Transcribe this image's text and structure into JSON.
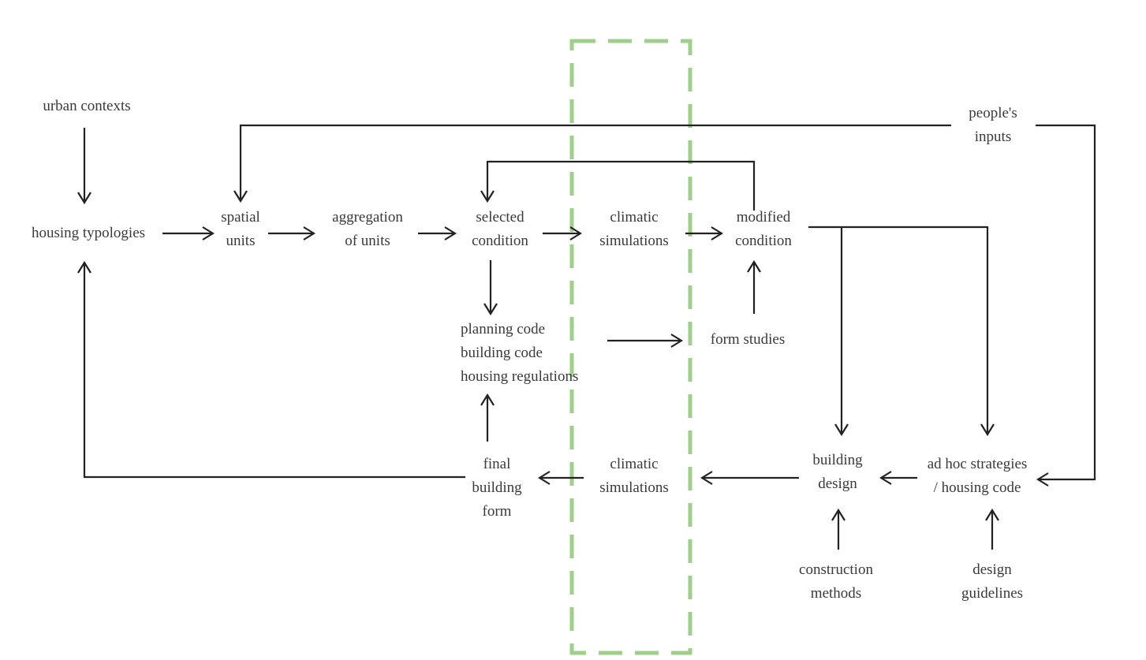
{
  "diagram": {
    "frame_color": "#9fd08a",
    "line_color": "#222222",
    "nodes": {
      "urban_contexts": [
        "urban contexts"
      ],
      "housing_typologies": [
        "housing typologies"
      ],
      "spatial_units": [
        "spatial",
        "units"
      ],
      "aggregation_of_units": [
        "aggregation",
        "of units"
      ],
      "selected_condition": [
        "selected",
        "condition"
      ],
      "climatic_simulations_top": [
        "climatic",
        "simulations"
      ],
      "modified_condition": [
        "modified",
        "condition"
      ],
      "peoples_inputs": [
        "people's",
        "inputs"
      ],
      "codes": [
        "planning code",
        "building code",
        "housing regulations"
      ],
      "form_studies": [
        "form studies"
      ],
      "final_building_form": [
        "final",
        "building",
        "form"
      ],
      "climatic_simulations_bottom": [
        "climatic",
        "simulations"
      ],
      "building_design": [
        "building",
        "design"
      ],
      "ad_hoc_strategies": [
        "ad hoc strategies",
        "/ housing code"
      ],
      "construction_methods": [
        "construction",
        "methods"
      ],
      "design_guidelines": [
        "design",
        "guidelines"
      ]
    }
  }
}
